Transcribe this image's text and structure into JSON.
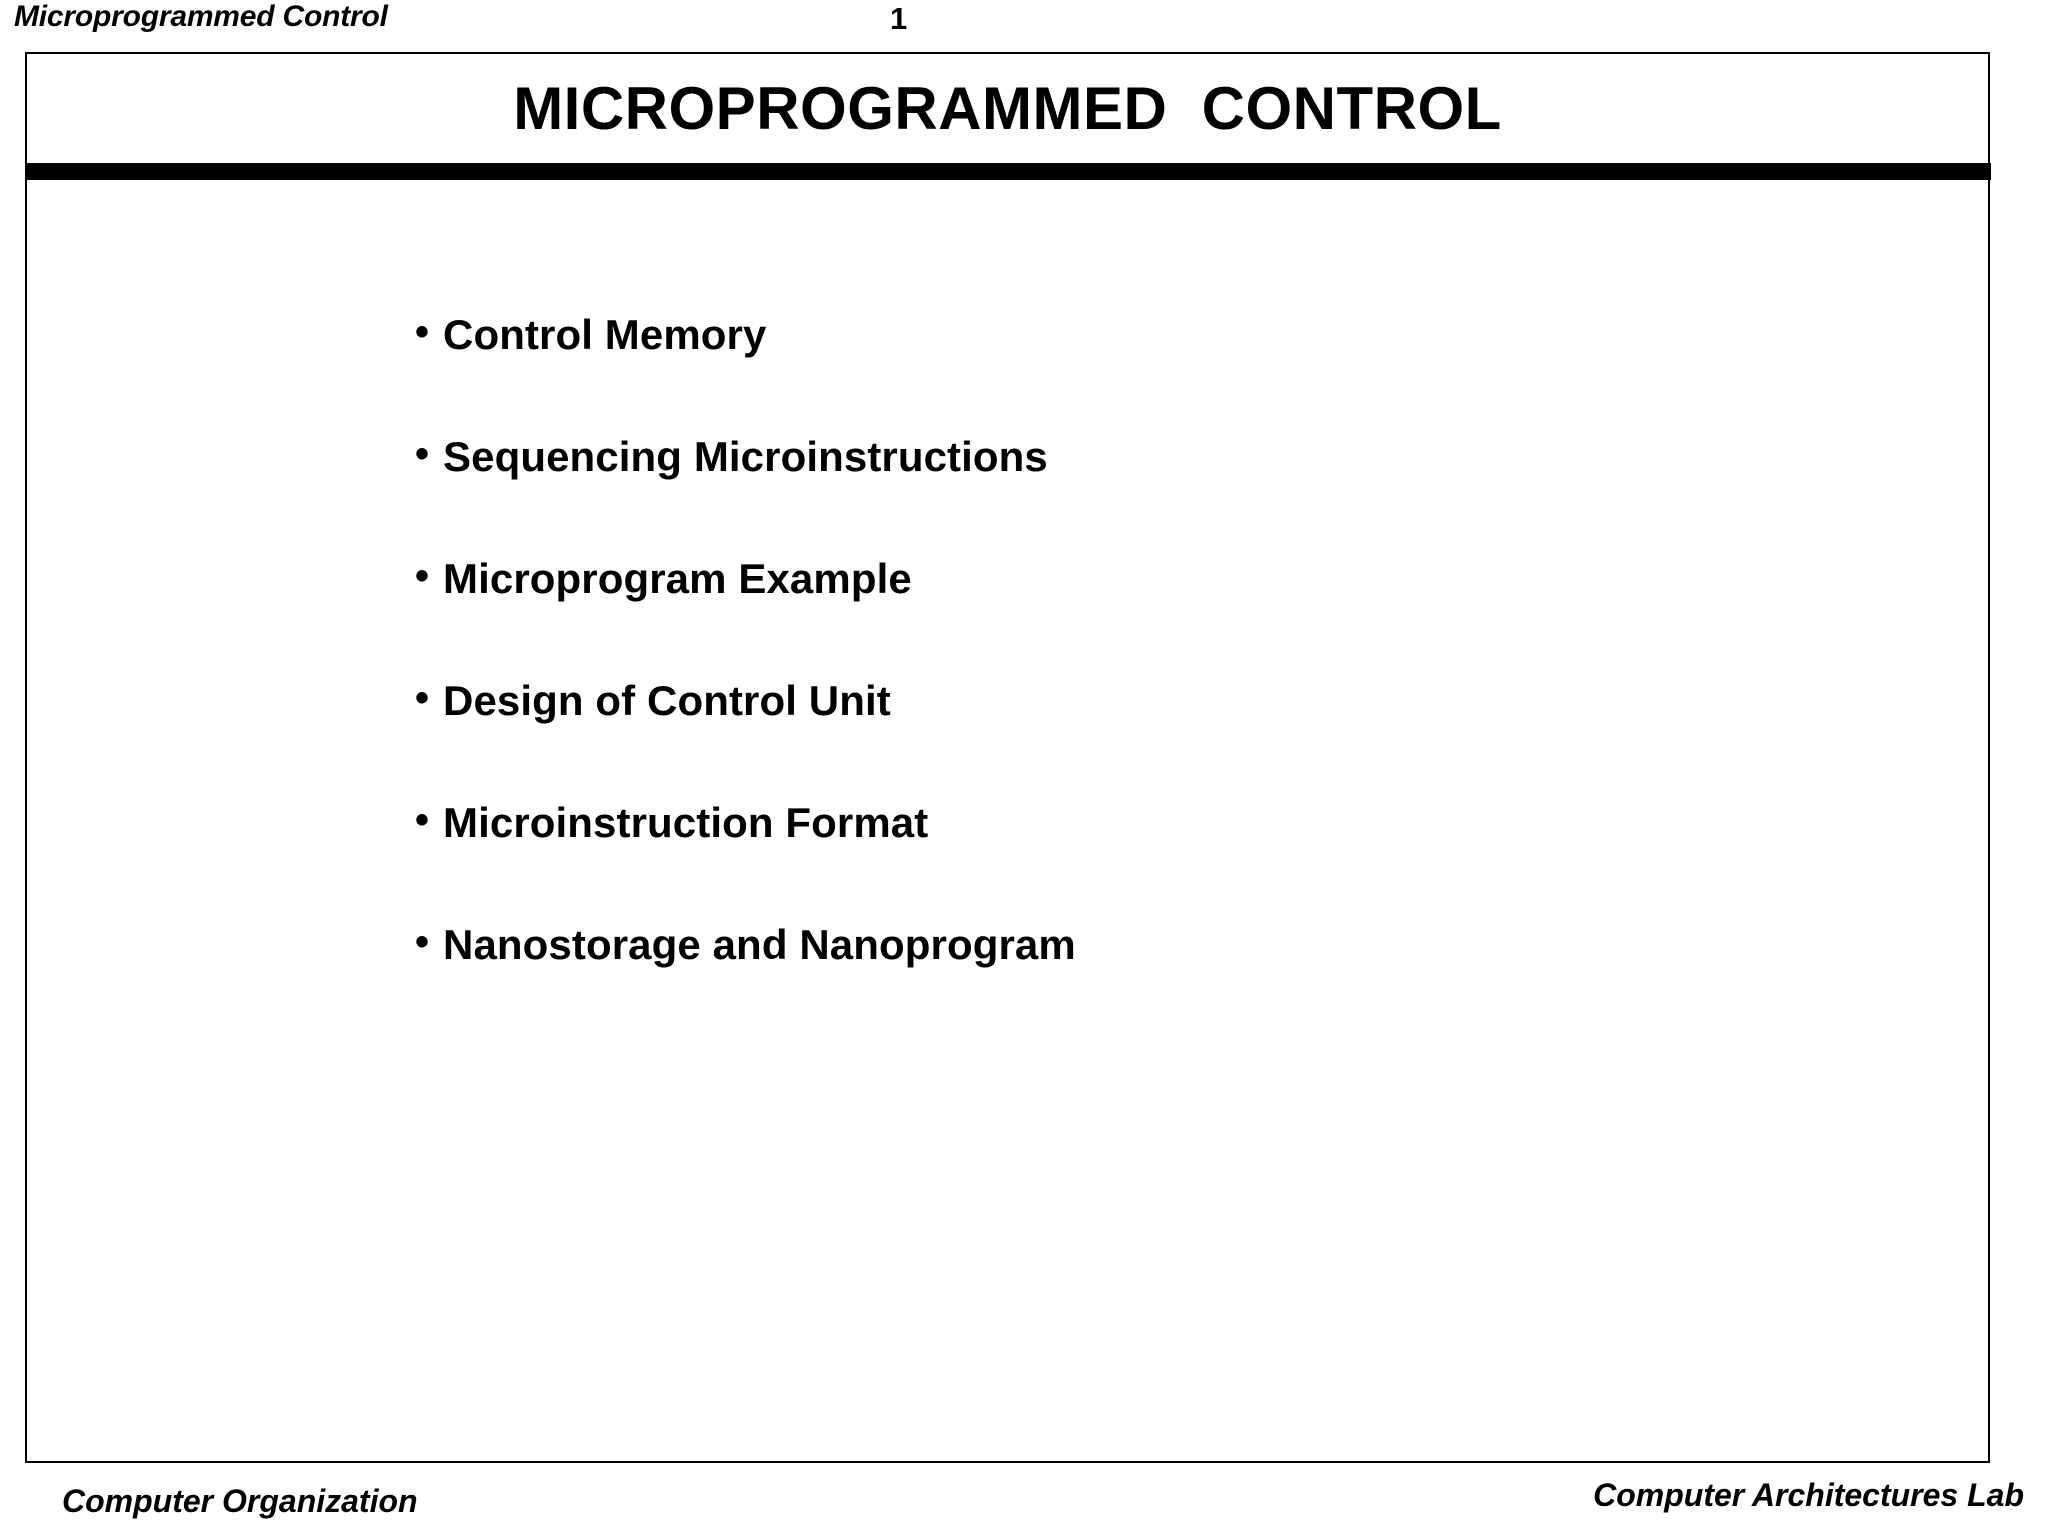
{
  "header": {
    "course_label": "Microprogrammed Control",
    "page_number": "1"
  },
  "slide": {
    "title": "MICROPROGRAMMED  CONTROL",
    "bullet_marker": "•",
    "bullets": [
      {
        "label": "Control Memory"
      },
      {
        "label": "Sequencing Microinstructions"
      },
      {
        "label": "Microprogram Example"
      },
      {
        "label": "Design of Control Unit"
      },
      {
        "label": "Microinstruction Format"
      },
      {
        "label": "Nanostorage and Nanoprogram"
      }
    ]
  },
  "footer": {
    "left_label": "Computer Organization",
    "right_label": "Computer Architectures Lab"
  },
  "colors": {
    "ink": "#000000",
    "page": "#ffffff",
    "rule": "#000000"
  }
}
